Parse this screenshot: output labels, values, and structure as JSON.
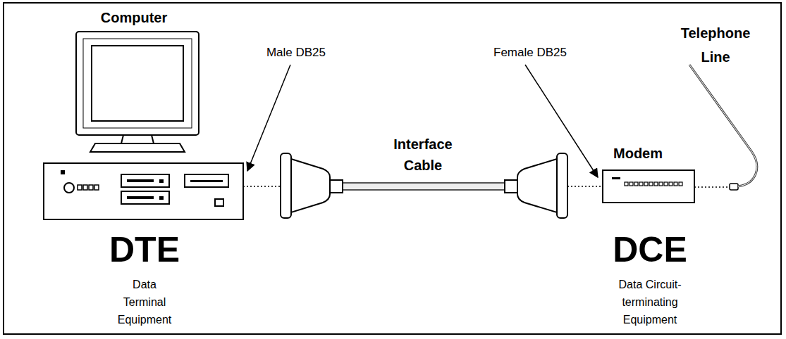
{
  "diagram": {
    "nodes": [
      {
        "text": [
          "Computer"
        ]
      },
      {
        "text": [
          "Modem"
        ]
      }
    ],
    "edges": [
      {
        "from": 0,
        "to": 1,
        "label": "Interface Cable",
        "arrow": "none"
      }
    ],
    "labels": [
      "Male DB25",
      "Female DB25",
      "Telephone Line",
      "DTE",
      "Data Terminal Equipment",
      "DCE",
      "Data Circuit-terminating Equipment"
    ]
  }
}
